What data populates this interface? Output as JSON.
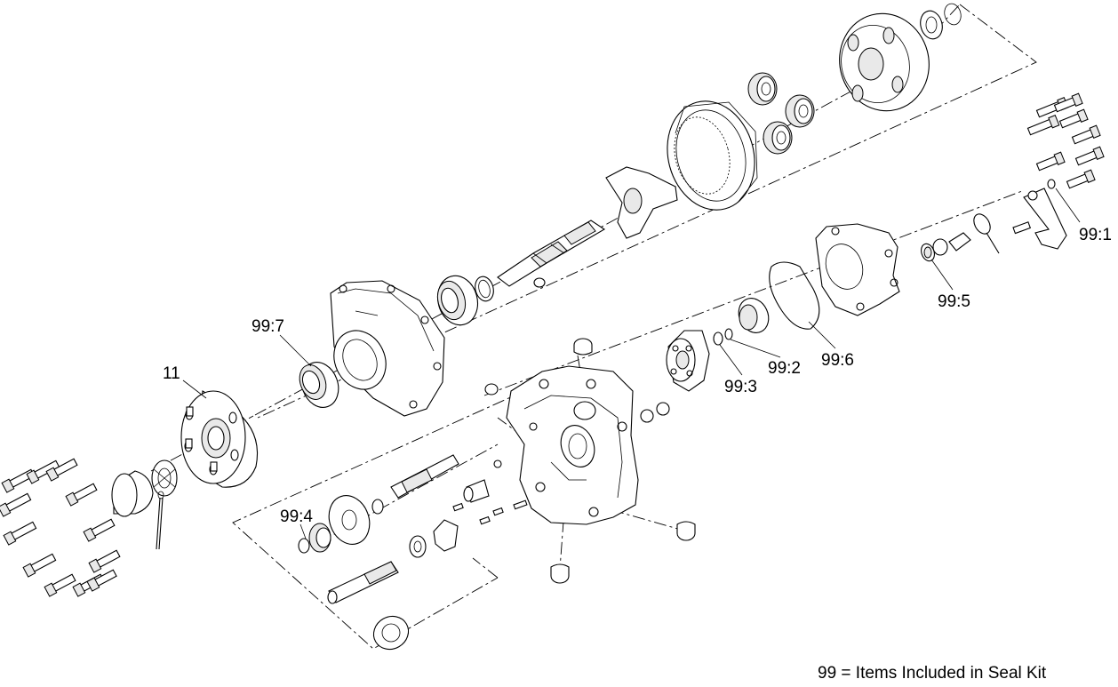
{
  "callouts": {
    "c11": "11",
    "c99_1": "99:1",
    "c99_2": "99:2",
    "c99_3": "99:3",
    "c99_4": "99:4",
    "c99_5": "99:5",
    "c99_6": "99:6",
    "c99_7": "99:7"
  },
  "note": "99 = Items Included in Seal Kit"
}
